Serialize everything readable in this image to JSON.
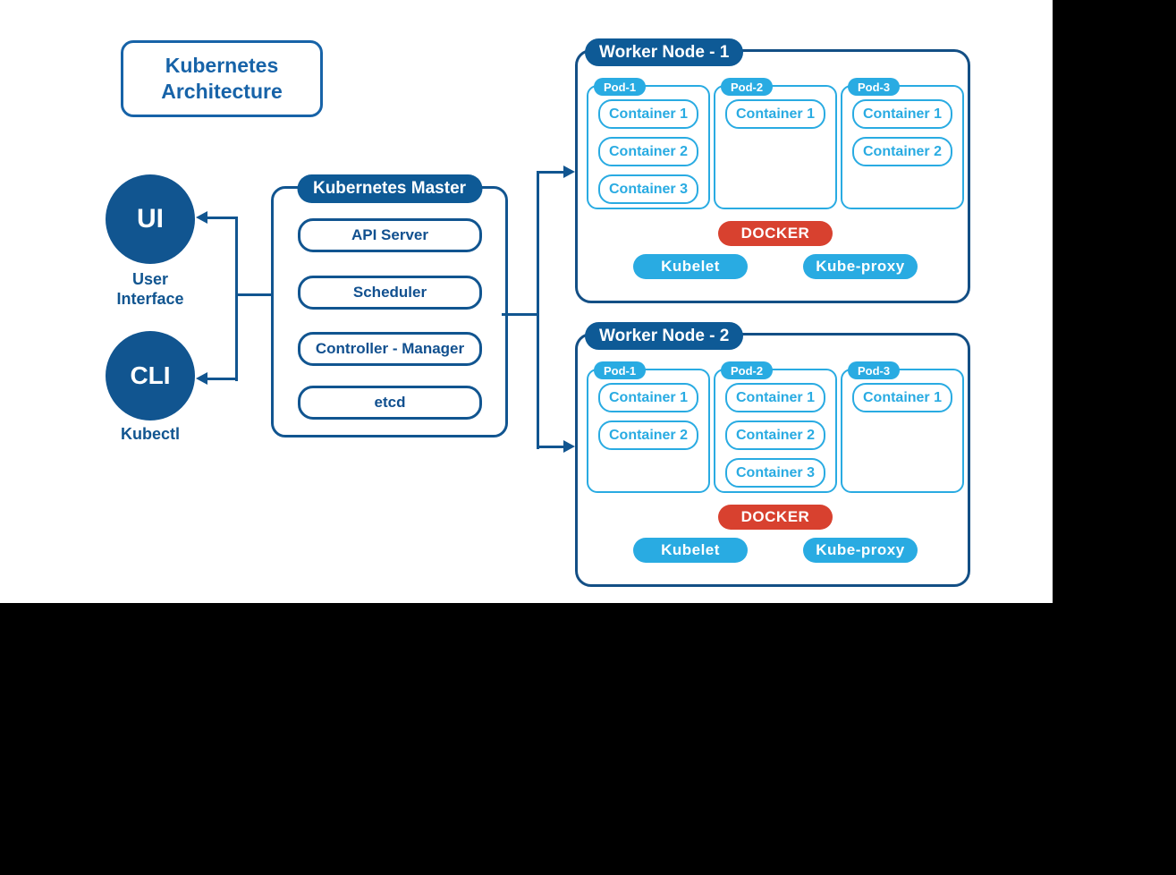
{
  "title": {
    "text": "Kubernetes Architecture"
  },
  "clients": [
    {
      "abbr": "UI",
      "label": "User Interface"
    },
    {
      "abbr": "CLI",
      "label": "Kubectl"
    }
  ],
  "master": {
    "title": "Kubernetes Master",
    "components": [
      "API Server",
      "Scheduler",
      "Controller - Manager",
      "etcd"
    ]
  },
  "workers": [
    {
      "title": "Worker Node - 1",
      "pods": [
        {
          "label": "Pod-1",
          "containers": [
            "Container 1",
            "Container 2",
            "Container 3"
          ]
        },
        {
          "label": "Pod-2",
          "containers": [
            "Container 1"
          ]
        },
        {
          "label": "Pod-3",
          "containers": [
            "Container 1",
            "Container 2"
          ]
        }
      ],
      "runtime": "DOCKER",
      "agents": [
        "Kubelet",
        "Kube-proxy"
      ]
    },
    {
      "title": "Worker Node - 2",
      "pods": [
        {
          "label": "Pod-1",
          "containers": [
            "Container 1",
            "Container 2"
          ]
        },
        {
          "label": "Pod-2",
          "containers": [
            "Container 1",
            "Container 2",
            "Container 3"
          ]
        },
        {
          "label": "Pod-3",
          "containers": [
            "Container 1"
          ]
        }
      ],
      "runtime": "DOCKER",
      "agents": [
        "Kubelet",
        "Kube-proxy"
      ]
    }
  ],
  "connections": [
    {
      "from": "kubernetes-master",
      "to": "ui",
      "type": "arrow"
    },
    {
      "from": "kubernetes-master",
      "to": "cli",
      "type": "arrow"
    },
    {
      "from": "kubernetes-master",
      "to": "worker-node-1",
      "type": "arrow"
    },
    {
      "from": "kubernetes-master",
      "to": "worker-node-2",
      "type": "arrow"
    }
  ],
  "colors": {
    "dark_blue": "#115590",
    "tab_blue": "#0E5A96",
    "title_blue": "#1763A8",
    "light_blue": "#29ABE2",
    "red": "#D8412F",
    "canvas": "#FFFFFF",
    "background": "#000000"
  }
}
